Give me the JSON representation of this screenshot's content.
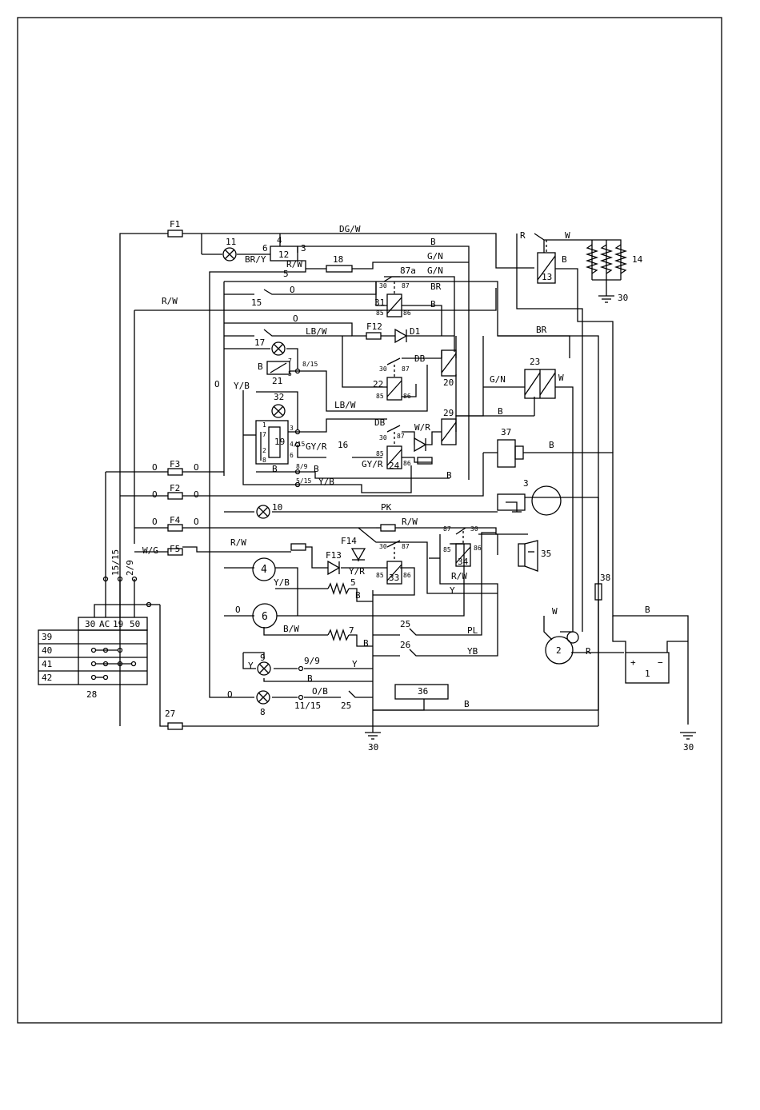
{
  "wire_colors": {
    "dg_w": "DG/W",
    "b": "B",
    "g_n": "G/N",
    "br_y": "BR/Y",
    "r_w": "R/W",
    "o": "O",
    "br": "BR",
    "lb_w": "LB/W",
    "db": "DB",
    "y_b": "Y/B",
    "w_r": "W/R",
    "gy_r": "GY/R",
    "pk": "PK",
    "w_g": "W/G",
    "y_r": "Y/R",
    "y": "Y",
    "b_w": "B/W",
    "pl": "PL",
    "yb": "YB",
    "o_b": "O/B",
    "r": "R",
    "w": "W"
  },
  "labels": {
    "f1": "F1",
    "f2": "F2",
    "f3": "F3",
    "f4": "F4",
    "f5": "F5",
    "f12": "F12",
    "f13": "F13",
    "f14": "F14",
    "d1": "D1",
    "n1": "1",
    "n2": "2",
    "n3": "3",
    "n4": "4",
    "n5": "5",
    "n6": "6",
    "n7": "7",
    "n8": "8",
    "n9": "9",
    "n10": "10",
    "n11": "11",
    "n12": "12",
    "n13": "13",
    "n14": "14",
    "n15": "15",
    "n16": "16",
    "n17": "17",
    "n19": "19",
    "n20": "20",
    "n21": "21",
    "n22": "22",
    "n23": "23",
    "n24": "24",
    "n25": "25",
    "n26": "26",
    "n27": "27",
    "n28": "28",
    "n29": "29",
    "n31": "31",
    "n32": "32",
    "n33": "33",
    "n34": "34",
    "n35": "35",
    "n36": "36",
    "n37": "37",
    "n38": "38",
    "n18": "18",
    "n30": "30",
    "t30": "30",
    "t87": "87",
    "t87a": "87a",
    "t85": "85",
    "t86": "86",
    "c8_15": "8/15",
    "c4_15": "4/15",
    "c8_9": "8/9",
    "c5_15": "5/15",
    "c9_9": "9/9",
    "c11_15": "11/15",
    "c15_15": "15/15",
    "c2_9": "2/9",
    "p1": "1",
    "p7": "7",
    "p2": "2",
    "p8": "8",
    "p3": "3",
    "p6": "6",
    "p5": "5",
    "plus": "+",
    "minus": "−"
  },
  "ignition_switch": {
    "headers": [
      "30",
      "AC",
      "19",
      "50"
    ],
    "rows": [
      "39",
      "40",
      "41",
      "42"
    ]
  }
}
